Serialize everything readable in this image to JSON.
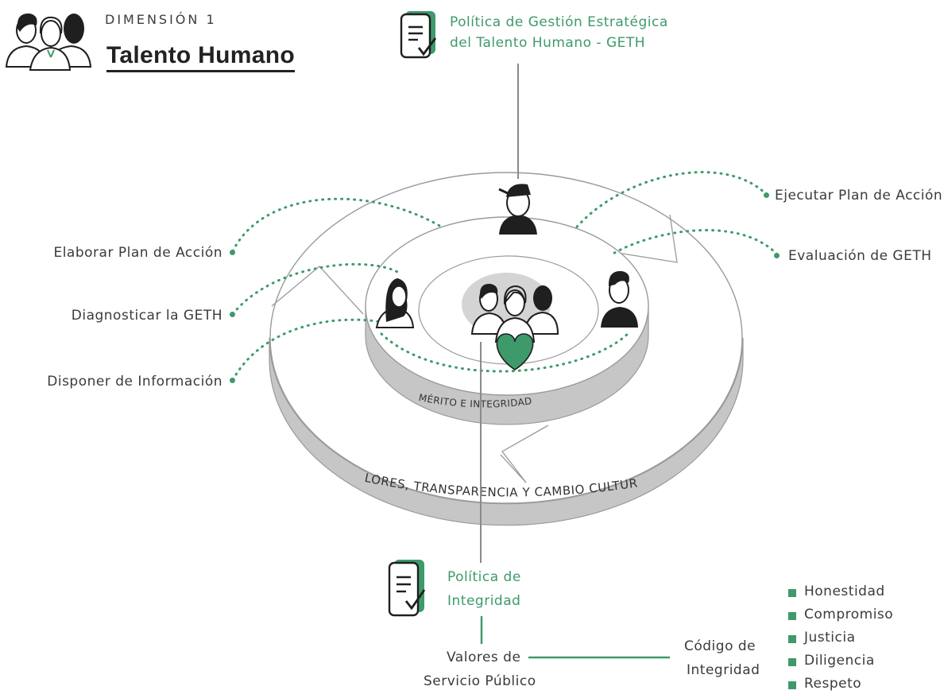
{
  "header": {
    "dimension_label": "DIMENSIÓN 1",
    "title": "Talento Humano",
    "icon": "people-group-icon"
  },
  "top_policy": {
    "line1": "Política de Gestión Estratégica",
    "line2": "del Talento Humano - GETH",
    "icon": "document-check-icon"
  },
  "steps_left": [
    "Elaborar Plan de Acción",
    "Diagnosticar la GETH",
    "Disponer de Información"
  ],
  "steps_right": [
    "Ejecutar Plan de Acción",
    "Evaluación de GETH"
  ],
  "rings": {
    "inner_label": "MÉRITO E INTEGRIDAD",
    "outer_label": "VALORES, TRANSPARENCIA Y CAMBIO CULTURAL"
  },
  "integrity_policy": {
    "line1": "Política de",
    "line2": "Integridad",
    "icon": "document-check-icon"
  },
  "public_values": {
    "line1": "Valores de",
    "line2": "Servicio Público"
  },
  "code": {
    "line1": "Código de",
    "line2": "Integridad"
  },
  "values_list": [
    "Honestidad",
    "Compromiso",
    "Justicia",
    "Diligencia",
    "Respeto"
  ],
  "colors": {
    "accent": "#3e9a6a",
    "ring_gray": "#c9c9c9",
    "text": "#3b3b3b"
  }
}
